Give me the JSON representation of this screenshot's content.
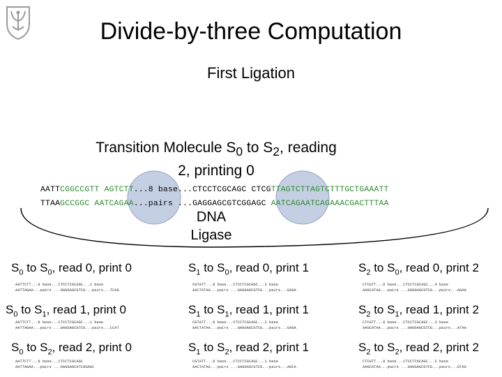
{
  "slide": {
    "title": "Divide-by-three Computation",
    "subtitle": "First Ligation",
    "heading": {
      "prefix": "Transition Molecule S",
      "sub1": "0",
      "mid": " to S",
      "sub2": "2",
      "suffix": ", reading",
      "line2": "2, printing 0"
    },
    "ligase_label": "DNA Ligase",
    "ligase_line1": "DNA",
    "ligase_line2": "Ligase"
  },
  "colors": {
    "green": "#2e8b2e",
    "black": "#000000",
    "circle_fill": "#c5cfe3",
    "mini_red": "#c03030",
    "mini_blue": "#3050c0",
    "mini_orange": "#c07010"
  },
  "sequence": {
    "top": [
      {
        "text": "AATT",
        "color": "black"
      },
      {
        "text": "CGGCCGTT AGTCTT",
        "color": "green"
      },
      {
        "text": "...8 base...CTCCTCGCAGC CTCG",
        "color": "black"
      },
      {
        "text": "TTAGTCTTAGTCTTTGCTGAAATT",
        "color": "green"
      }
    ],
    "bottom": [
      {
        "text": "TTAA",
        "color": "black"
      },
      {
        "text": "GCCGGC AATCAGAA",
        "color": "green"
      },
      {
        "text": "...pairs ...GAGGAGCGTCGGAGC",
        "color": "black"
      },
      {
        "text": " AATCAGAATCAGAAACGACTTTAA",
        "color": "green"
      }
    ]
  },
  "transitions": [
    {
      "from": "0",
      "to": "0",
      "read": "0",
      "print": "0",
      "mini_top": "AATTCTT...8 base...CTCCTCGCAGC...2 base",
      "mini_bottom": "AATTAGAA...pairs ...GAGGAGCGTCG...pairs...TCAG"
    },
    {
      "from": "1",
      "to": "0",
      "read": "0",
      "print": "1",
      "mini_top": "CGTATT...8 base...CTCCTCGCAGC...3 base",
      "mini_bottom": "AACTATAA...pairs ...GAGGAGCGTCG...pairs...GAGA"
    },
    {
      "from": "2",
      "to": "0",
      "read": "0",
      "print": "2",
      "mini_top": "CTCGTT...8 base...CTCCTCGCAGC...4 base",
      "mini_bottom": "AAGCATAA...pairs ...GAGGAGCGTCG...pairs...AGAA"
    },
    {
      "from": "0",
      "to": "1",
      "read": "1",
      "print": "0",
      "mini_top": "AATTCTT...8 base...CTCCTCGCAGC...1 base",
      "mini_bottom": "AATTAGAA...pairs ...GAGGAGCGTCG...pairs...CCAT"
    },
    {
      "from": "1",
      "to": "1",
      "read": "1",
      "print": "1",
      "mini_top": "CGTATT...8 base...CTCCTCGCAGC...2 base",
      "mini_bottom": "AACTATAA...pairs ...GAGGAGCGTCG...pairs...GAGA"
    },
    {
      "from": "2",
      "to": "1",
      "read": "1",
      "print": "2",
      "mini_top": "CTCGTT...8 base...CTCCTCGCAGC...3 base",
      "mini_bottom": "AAGCATAA...pairs ...GAGGAGCGTCG...pairs...ATAA"
    },
    {
      "from": "0",
      "to": "2",
      "read": "2",
      "print": "0",
      "mini_top": "AATTCTT...8 base...CTCCTCGCAGC",
      "mini_bottom": "AATTAGAA...pairs ...GAGGAGCGTCGGAGC"
    },
    {
      "from": "1",
      "to": "2",
      "read": "2",
      "print": "1",
      "mini_top": "CGTATT...8 base...CTCCTCGCAGC...1 base",
      "mini_bottom": "AACTATAA...pairs ...GAGGAGCGTCG...pairs...AGCA"
    },
    {
      "from": "2",
      "to": "2",
      "read": "2",
      "print": "2",
      "mini_top": "CTCGTT...8 base...CTCCTCGCAGC...2 base",
      "mini_bottom": "AAGCATAA...pairs ...GAGGAGCGTCG...pairs...GTAA"
    }
  ],
  "logo": {
    "name": "university-crest-logo"
  }
}
